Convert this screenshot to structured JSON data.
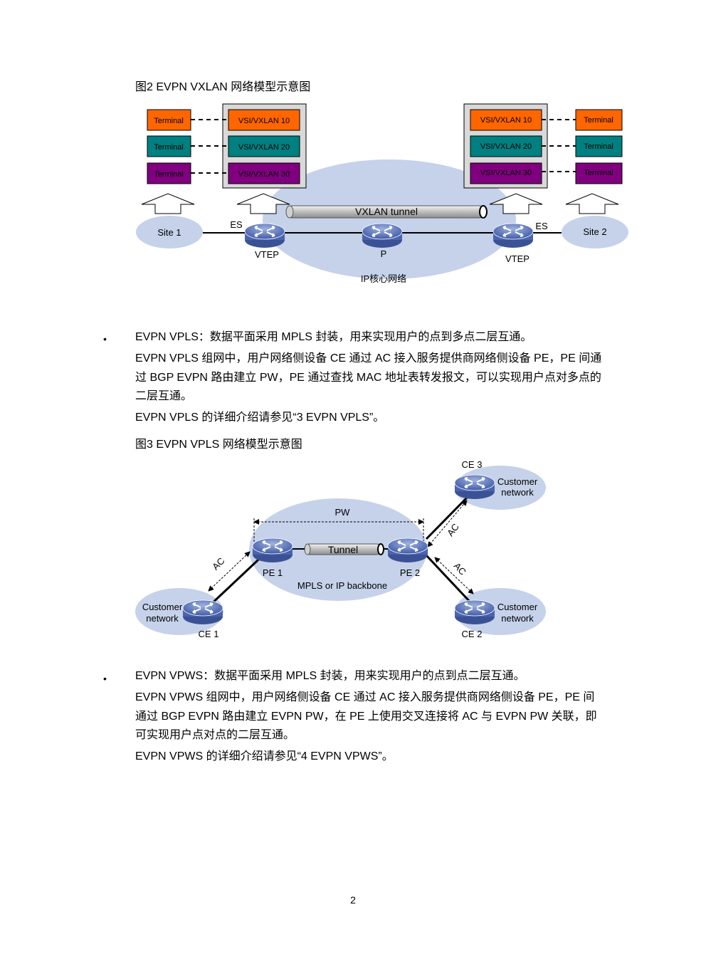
{
  "fig2": {
    "title": "图2  EVPN VXLAN 网络模型示意图",
    "terminal": "Terminal",
    "vsi": [
      "VSI/VXLAN 10",
      "VSI/VXLAN 20",
      "VSI/VXLAN 30"
    ],
    "tunnel": "VXLAN tunnel",
    "site1": "Site 1",
    "site2": "Site 2",
    "es": "ES",
    "vtep": "VTEP",
    "p": "P",
    "core": "IP核心网络"
  },
  "vpls": {
    "bullet_head": "EVPN VPLS：数据平面采用 MPLS 封装，用来实现用户的点到多点二层互通。",
    "lines": [
      "EVPN VPLS 组网中，用户网络侧设备 CE 通过 AC 接入服务提供商网络侧设备 PE，PE 间通",
      "过 BGP EVPN 路由建立 PW，PE 通过查找 MAC 地址表转发报文，可以实现用户点对多点的",
      "二层互通。"
    ],
    "ref": "EVPN VPLS 的详细介绍请参见“3  EVPN VPLS”。"
  },
  "fig3": {
    "title": "图3  EVPN VPLS 网络模型示意图",
    "pw": "PW",
    "tunnel": "Tunnel",
    "pe1": "PE 1",
    "pe2": "PE 2",
    "backbone": "MPLS or IP backbone",
    "ac": "AC",
    "ce1": "CE 1",
    "ce2": "CE 2",
    "ce3": "CE 3",
    "customer": "Customer",
    "network": "network"
  },
  "vpws": {
    "bullet_head": "EVPN VPWS：数据平面采用 MPLS 封装，用来实现用户的点到点二层互通。",
    "lines": [
      "EVPN VPWS 组网中，用户网络侧设备 CE 通过 AC 接入服务提供商网络侧设备 PE，PE 间",
      "通过 BGP EVPN 路由建立 EVPN PW，在 PE 上使用交叉连接将 AC 与 EVPN PW 关联，即",
      "可实现用户点对点的二层互通。"
    ],
    "ref": "EVPN VPWS 的详细介绍请参见“4  EVPN VPWS”。"
  },
  "bullet_symbol": "•",
  "page_number": "2",
  "colors": {
    "orange": "#ff6600",
    "teal": "#008080",
    "purple": "#800080",
    "cloud": "#c5d2ea",
    "router": "#5a74b8"
  }
}
